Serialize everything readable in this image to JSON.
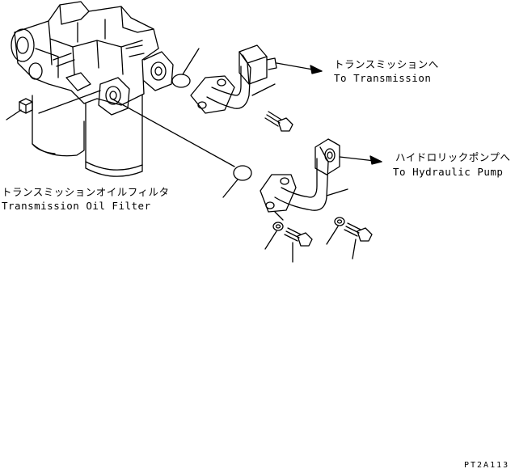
{
  "labels": {
    "to_transmission_jp": "トランスミッションへ",
    "to_transmission_en": "To Transmission",
    "to_pump_jp": "ハイドロリックポンプへ",
    "to_pump_en": "To Hydraulic Pump",
    "filter_jp": "トランスミッションオイルフィルタ",
    "filter_en": "Transmission Oil Filter"
  },
  "drawing_code": "PT2A113",
  "colors": {
    "line": "#000000",
    "background": "#ffffff"
  }
}
